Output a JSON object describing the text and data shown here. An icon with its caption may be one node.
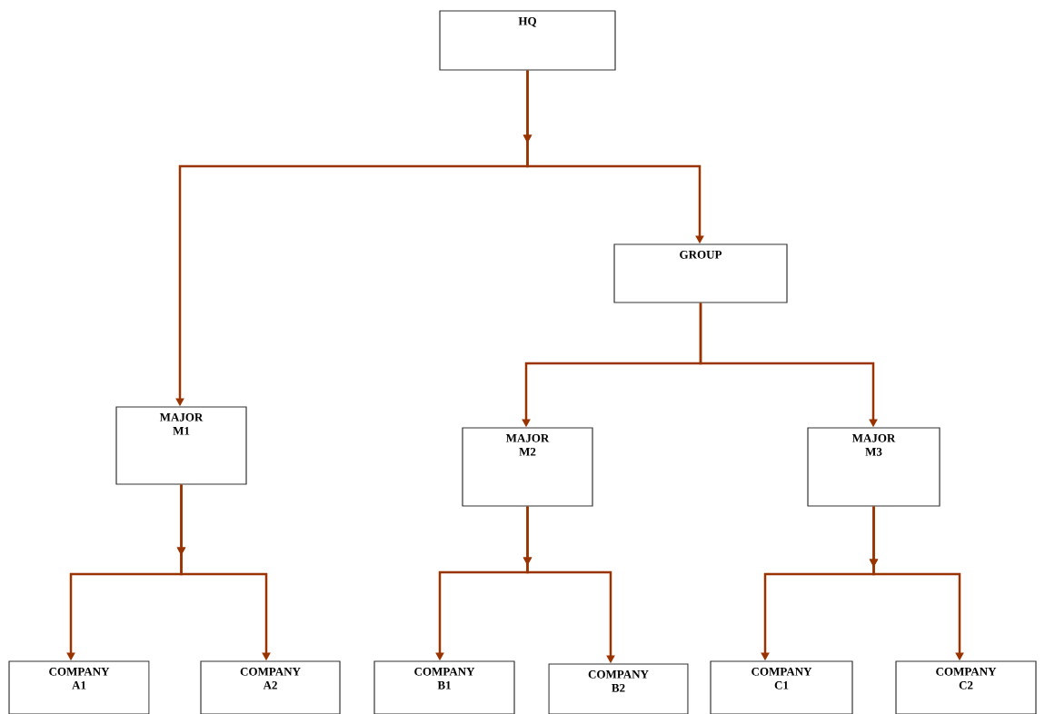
{
  "diagram": {
    "nodes": [
      {
        "text": [
          "HQ"
        ]
      },
      {
        "text": [
          "GROUP"
        ]
      },
      {
        "text": [
          "MAJOR M1"
        ]
      },
      {
        "text": [
          "MAJOR M2"
        ]
      },
      {
        "text": [
          "MAJOR M3"
        ]
      },
      {
        "text": [
          "COMPANY A1"
        ]
      },
      {
        "text": [
          "COMPANY A2"
        ]
      },
      {
        "text": [
          "COMPANY B1"
        ]
      },
      {
        "text": [
          "COMPANY B2"
        ]
      },
      {
        "text": [
          "COMPANY C1"
        ]
      },
      {
        "text": [
          "COMPANY C2"
        ]
      }
    ],
    "edges": [
      {
        "from": 0,
        "to": 2,
        "arrow": "to"
      },
      {
        "from": 0,
        "to": 1,
        "arrow": "to"
      },
      {
        "from": 1,
        "to": 3,
        "arrow": "to"
      },
      {
        "from": 1,
        "to": 4,
        "arrow": "to"
      },
      {
        "from": 2,
        "to": 5,
        "arrow": "to"
      },
      {
        "from": 2,
        "to": 6,
        "arrow": "to"
      },
      {
        "from": 3,
        "to": 7,
        "arrow": "to"
      },
      {
        "from": 3,
        "to": 8,
        "arrow": "to"
      },
      {
        "from": 4,
        "to": 9,
        "arrow": "to"
      },
      {
        "from": 4,
        "to": 10,
        "arrow": "to"
      }
    ]
  }
}
